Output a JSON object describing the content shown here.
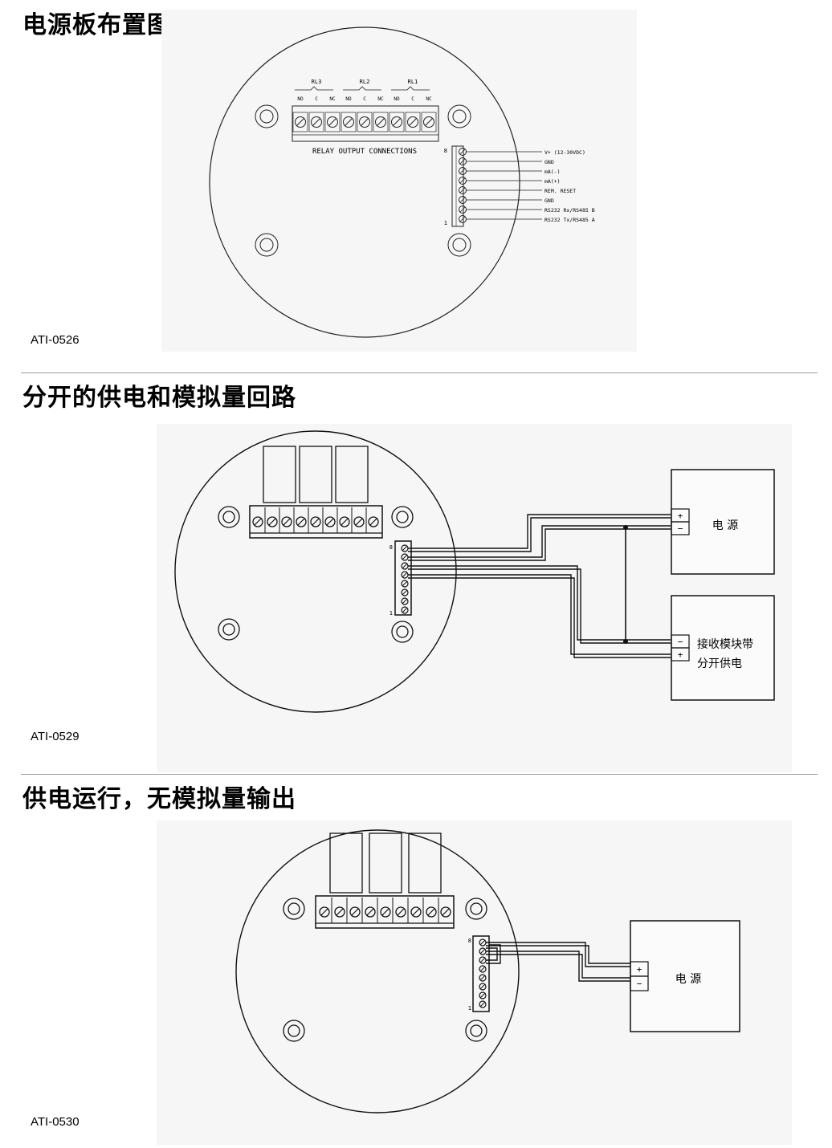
{
  "sections": [
    {
      "title": "电源板布置图",
      "figure_id": "ATI-0526",
      "relay_groups": [
        "RL3",
        "RL2",
        "RL1"
      ],
      "contact_labels": [
        "NO",
        "C",
        "NC",
        "NO",
        "C",
        "NC",
        "NO",
        "C",
        "NC"
      ],
      "relay_caption": "RELAY OUTPUT CONNECTIONS",
      "terminal_top": "8",
      "terminal_bottom": "1",
      "terminal_labels": [
        "V+ (12-30VDC)",
        "GND",
        "mA(-)",
        "mA(+)",
        "REM. RESET",
        "GND",
        "RS232 Rx/RS485 B",
        "RS232 Tx/RS485 A"
      ]
    },
    {
      "title": "分开的供电和模拟量回路",
      "figure_id": "ATI-0529",
      "terminal_top": "8",
      "terminal_bottom": "1",
      "power_label": "电 源",
      "plus": "+",
      "minus": "−",
      "receiver_line1": "接收模块带",
      "receiver_line2": "分开供电"
    },
    {
      "title": "供电运行，无模拟量输出",
      "figure_id": "ATI-0530",
      "terminal_top": "8",
      "terminal_bottom": "1",
      "power_label": "电 源",
      "plus": "+",
      "minus": "−"
    }
  ]
}
